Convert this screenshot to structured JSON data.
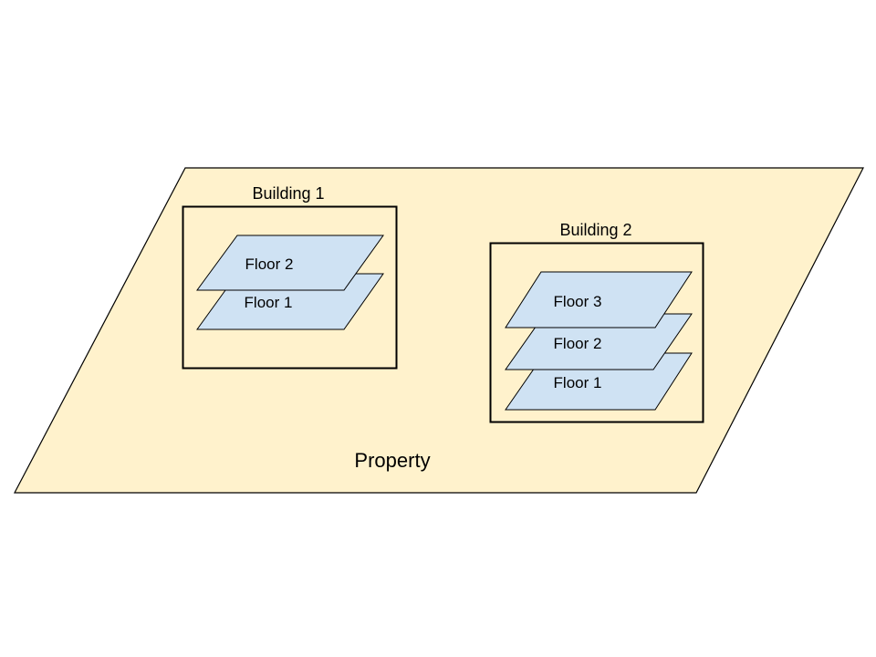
{
  "property": {
    "label": "Property",
    "fill": "#fff2cc"
  },
  "floor_fill": "#cfe2f3",
  "buildings": [
    {
      "label": "Building 1",
      "floors": [
        "Floor 1",
        "Floor 2"
      ]
    },
    {
      "label": "Building 2",
      "floors": [
        "Floor 1",
        "Floor 2",
        "Floor 3"
      ]
    }
  ]
}
